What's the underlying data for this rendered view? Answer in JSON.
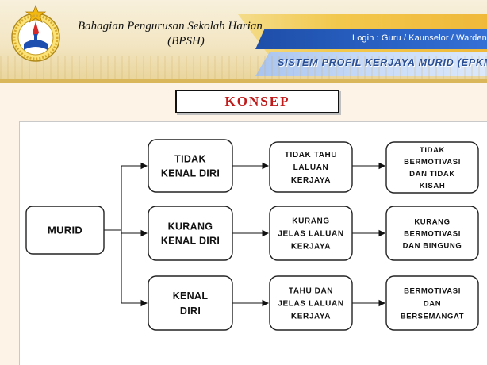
{
  "header": {
    "org_name_line1": "Bahagian Pengurusan Sekolah Harian",
    "org_name_line2": "(BPSH)",
    "login_text": "Login :  Guru / Kaunselor / Warden",
    "system_title": "SISTEM PROFIL KERJAYA MURID (EPKM)",
    "logo_icon": "kpm-crest-icon"
  },
  "colors": {
    "konsep": "#c01b1b",
    "system_title": "#2b4f95",
    "banner_blue": "#1e4ea8",
    "banner_gold": "#f2c84c"
  },
  "page_title": "KONSEP",
  "diagram": {
    "root": [
      "MURID"
    ],
    "nodes": {
      "tkd": [
        "TIDAK",
        "KENAL DIRI"
      ],
      "kkd": [
        "KURANG",
        "KENAL DIRI"
      ],
      "kd": [
        "KENAL",
        "DIRI"
      ],
      "ttll": [
        "TIDAK TAHU",
        "LALUAN",
        "KERJAYA"
      ],
      "kjll": [
        "KURANG",
        "JELAS LALUAN",
        "KERJAYA"
      ],
      "tjll": [
        "TAHU DAN",
        "JELAS LALUAN",
        "KERJAYA"
      ],
      "tbtk": [
        "TIDAK",
        "BERMOTIVASI",
        "DAN TIDAK",
        "KISAH"
      ],
      "kbb": [
        "KURANG",
        "BERMOTIVASI",
        "DAN BINGUNG"
      ],
      "bdb": [
        "BERMOTIVASI",
        "DAN",
        "BERSEMANGAT"
      ]
    }
  }
}
